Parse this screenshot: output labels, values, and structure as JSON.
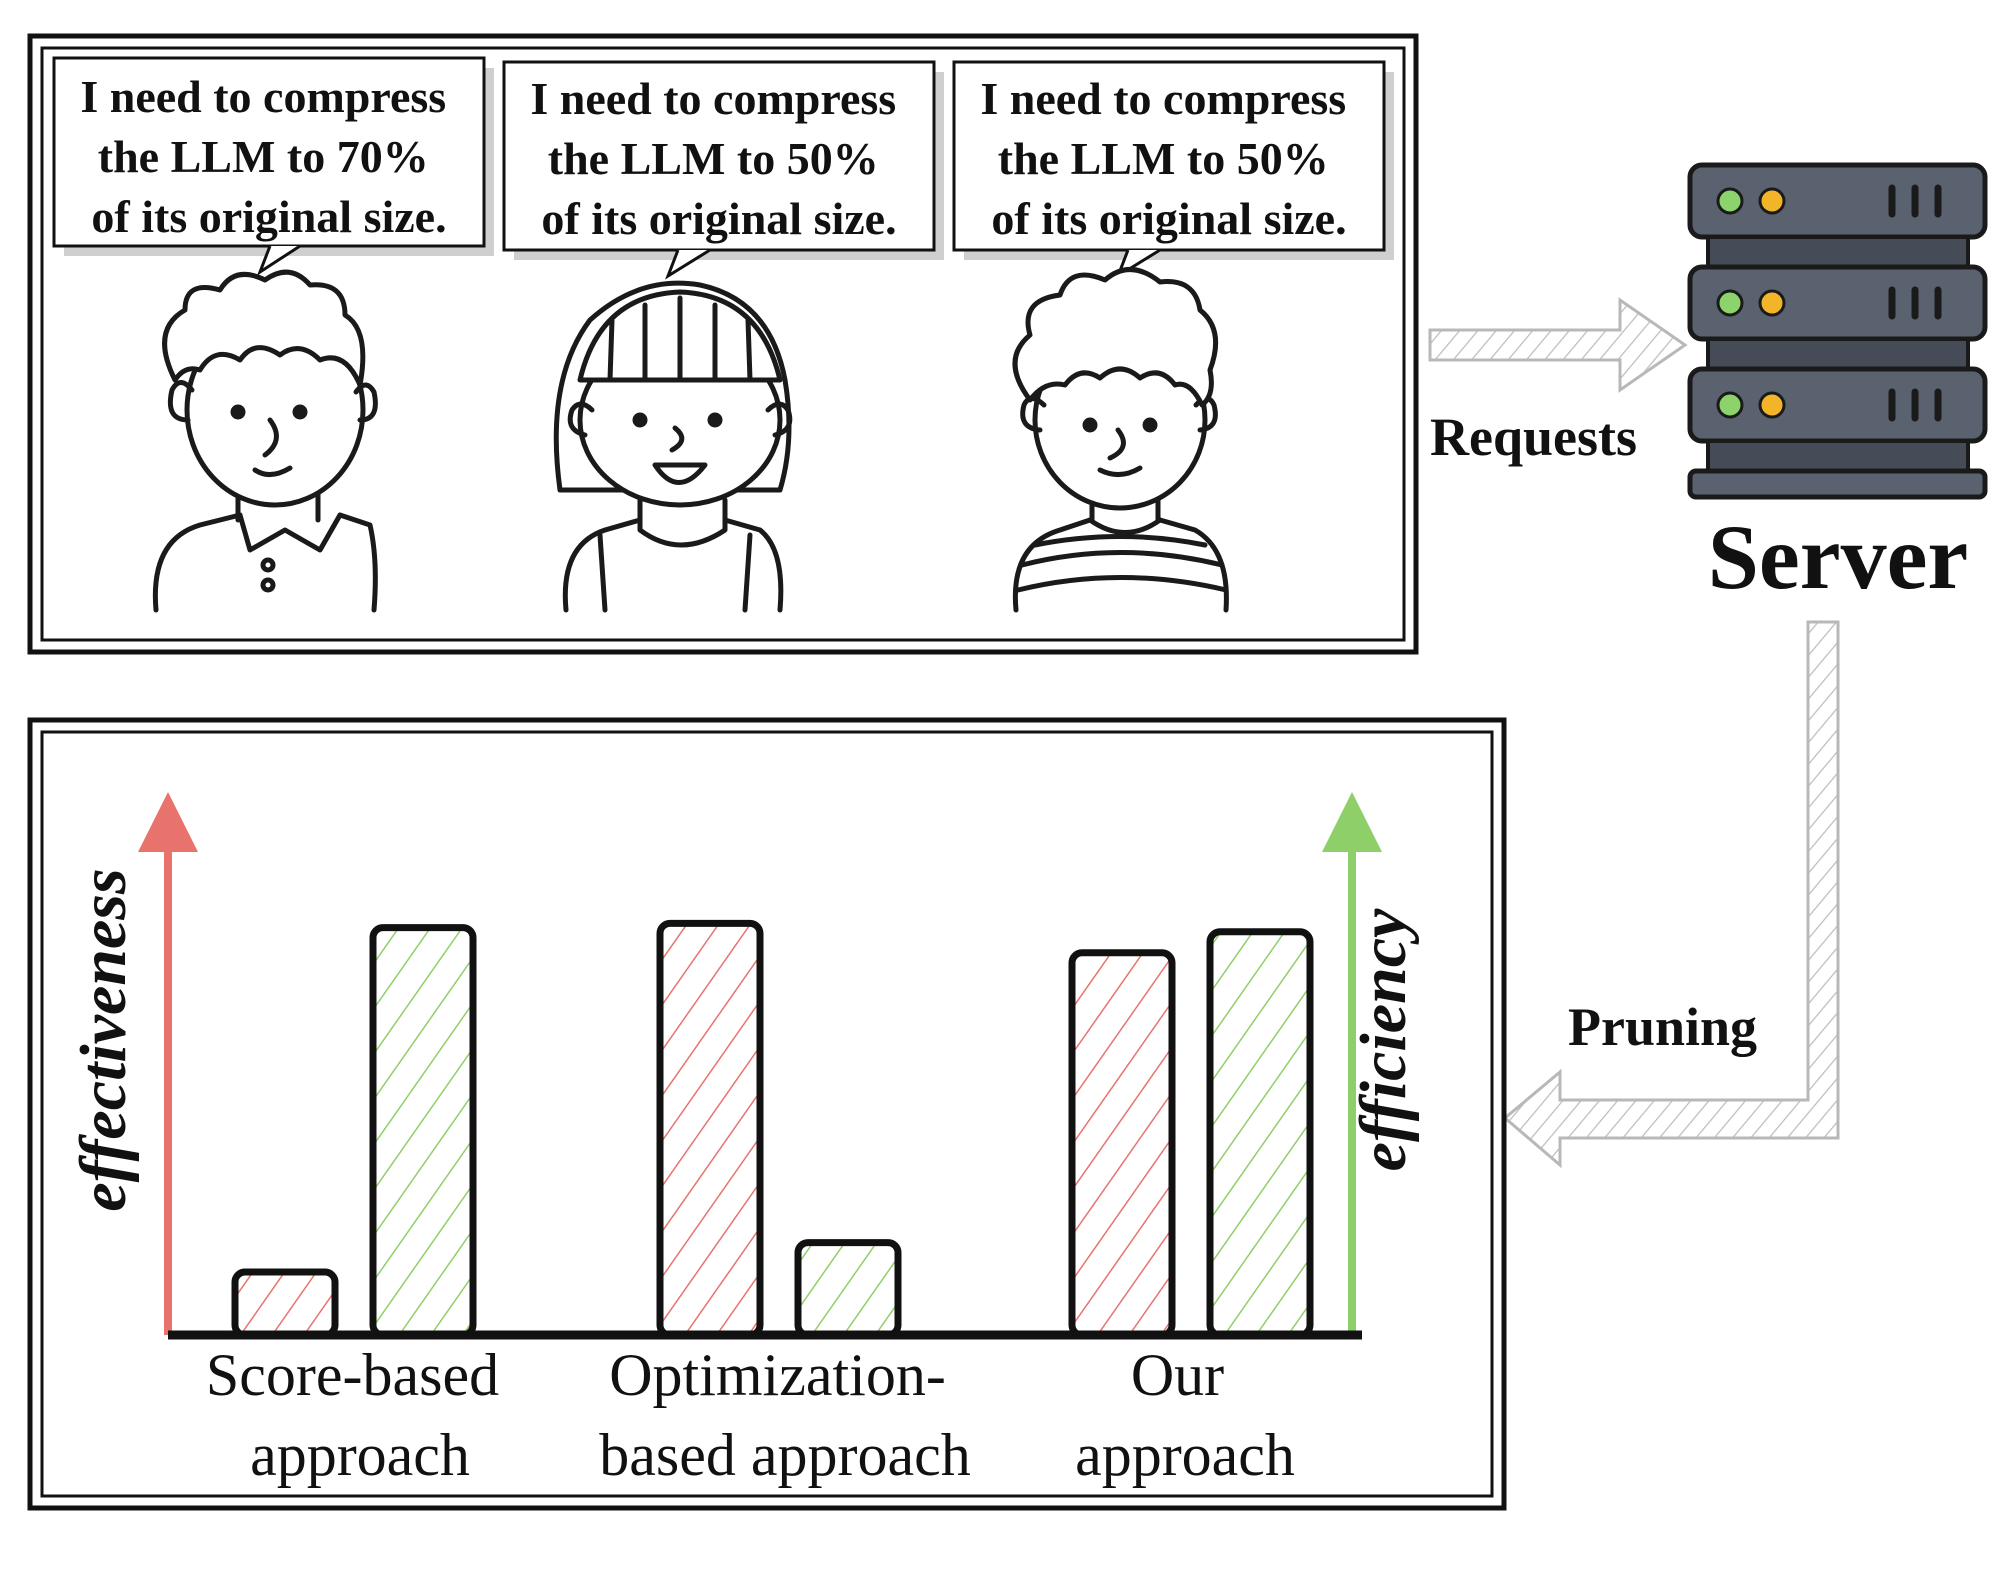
{
  "bubbles": [
    {
      "lines": [
        "I need to compress",
        "the LLM to 70%",
        "of its original size."
      ]
    },
    {
      "lines": [
        "I need to compress",
        "the LLM to 50%",
        "of its original size."
      ]
    },
    {
      "lines": [
        "I need to compress",
        "the LLM to 50%",
        "of its original size."
      ]
    }
  ],
  "labels": {
    "requests": "Requests",
    "server": "Server",
    "pruning": "Pruning"
  },
  "chart_data": {
    "type": "bar",
    "categories": [
      [
        "Score-based",
        "approach"
      ],
      [
        "Optimization-",
        "based approach"
      ],
      [
        "Our",
        "approach"
      ]
    ],
    "ylabel_left": "effectiveness",
    "ylabel_right": "efficiency",
    "series": [
      {
        "name": "effectiveness",
        "color": "#e8736c",
        "values": [
          0.15,
          0.98,
          0.91
        ]
      },
      {
        "name": "efficiency",
        "color": "#8fcf6a",
        "values": [
          0.97,
          0.22,
          0.96
        ]
      }
    ]
  },
  "colors": {
    "effectiveness": "#e8736c",
    "efficiency": "#8fcf6a",
    "server_body": "#5a6270",
    "led_green": "#8bd36a",
    "led_yellow": "#f2b52a",
    "arrow": "#b8b8b8"
  }
}
